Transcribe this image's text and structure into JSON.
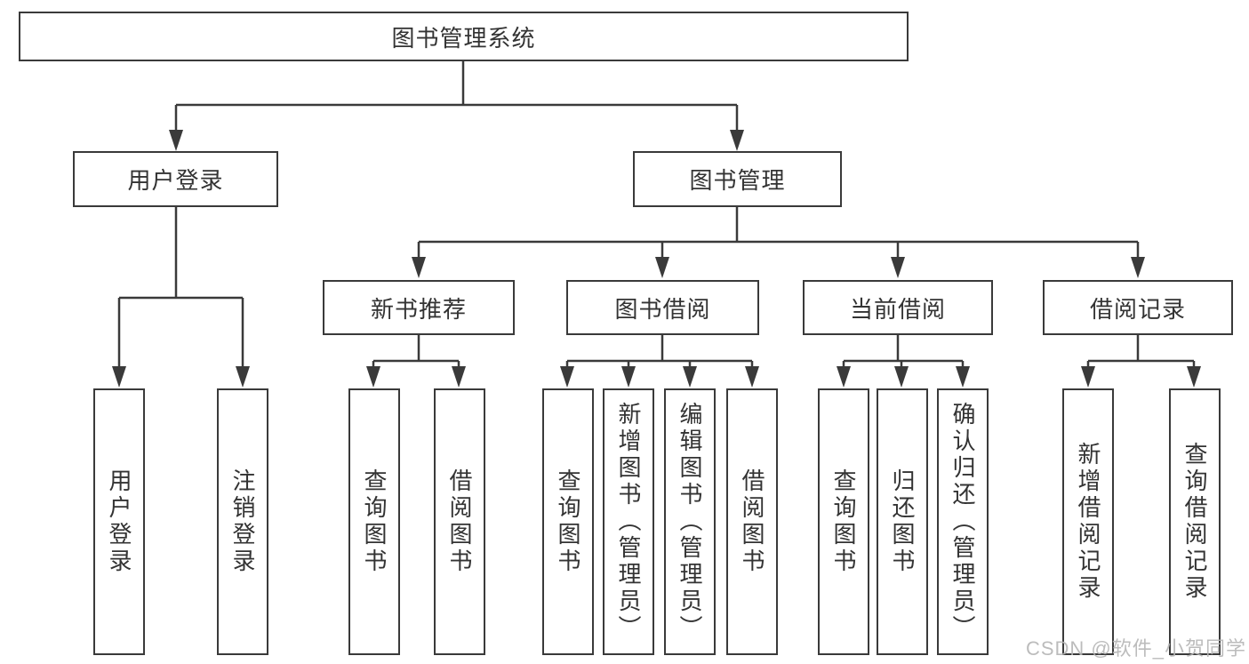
{
  "tree": {
    "root": {
      "label": "图书管理系统",
      "children": [
        {
          "label": "用户登录",
          "children": [
            {
              "label": "用户登录"
            },
            {
              "label": "注销登录"
            }
          ]
        },
        {
          "label": "图书管理",
          "children": [
            {
              "label": "新书推荐",
              "children": [
                {
                  "label": "查询图书"
                },
                {
                  "label": "借阅图书"
                }
              ]
            },
            {
              "label": "图书借阅",
              "children": [
                {
                  "label": "查询图书"
                },
                {
                  "label": "新增图书（管理员）"
                },
                {
                  "label": "编辑图书（管理员）"
                },
                {
                  "label": "借阅图书"
                }
              ]
            },
            {
              "label": "当前借阅",
              "children": [
                {
                  "label": "查询图书"
                },
                {
                  "label": "归还图书"
                },
                {
                  "label": "确认归还（管理员）"
                }
              ]
            },
            {
              "label": "借阅记录",
              "children": [
                {
                  "label": "新增借阅记录"
                },
                {
                  "label": "查询借阅记录"
                }
              ]
            }
          ]
        }
      ]
    }
  },
  "watermark": {
    "text": "CSDN @软件_小贺同学"
  },
  "colors": {
    "line": "#3a3a3a",
    "text": "#333333",
    "watermark": "#b5b5b5",
    "background": "#ffffff"
  }
}
